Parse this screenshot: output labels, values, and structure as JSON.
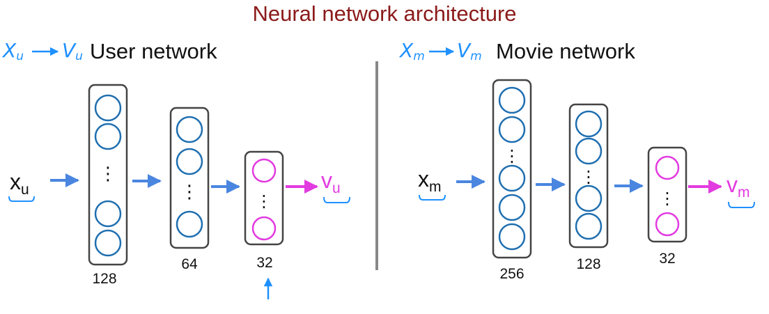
{
  "title": "Neural network architecture",
  "colors": {
    "title": "#8b1a1a",
    "neuron": "#1f6fb0",
    "output_neuron": "#e23be0",
    "arrow": "#4a86e0",
    "output_arrow": "#e23be0",
    "hand": "#1e90ff",
    "box": "#444444",
    "divider": "#888888",
    "text": "#111111"
  },
  "user_network": {
    "mapping": {
      "from": "X",
      "from_sub": "u",
      "arrow": "→",
      "to": "V",
      "to_sub": "u"
    },
    "heading": "User network",
    "input": {
      "main": "x",
      "sub": "u"
    },
    "output": {
      "main": "v",
      "sub": "u"
    },
    "layers": [
      {
        "size_label": "128"
      },
      {
        "size_label": "64"
      },
      {
        "size_label": "32"
      }
    ]
  },
  "movie_network": {
    "mapping": {
      "from": "X",
      "from_sub": "m",
      "arrow": "→",
      "to": "V",
      "to_sub": "m"
    },
    "heading": "Movie network",
    "input": {
      "main": "x",
      "sub": "m"
    },
    "output": {
      "main": "v",
      "sub": "m"
    },
    "layers": [
      {
        "size_label": "256"
      },
      {
        "size_label": "128"
      },
      {
        "size_label": "32"
      }
    ]
  },
  "dots": "⋮"
}
